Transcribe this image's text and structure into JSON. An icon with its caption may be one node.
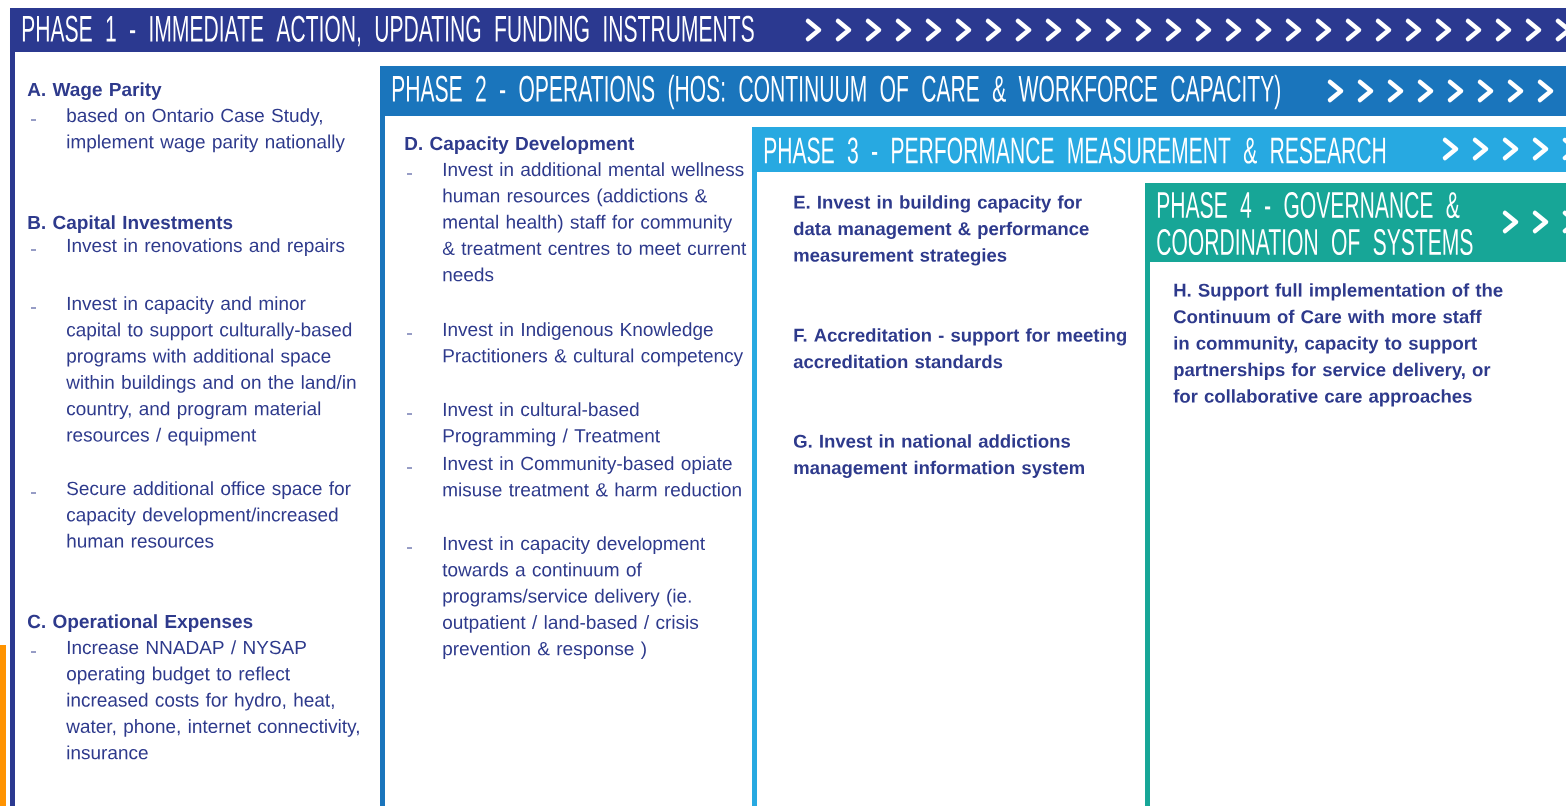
{
  "diagram": {
    "nodes": [
      {
        "text": [
          "PHASE 1 - IMMEDIATE ACTION, UPDATING FUNDING INSTRUMENTS",
          "A. Wage Parity",
          "based on Ontario Case Study, implement wage parity nationally",
          "B. Capital Investments",
          "Invest in renovations and repairs",
          "Invest in capacity and minor capital to support culturally-based programs with additional space within buildings and on the land/in country, and program material resources / equipment",
          "Secure additional office space for capacity development/increased human resources",
          "C. Operational Expenses",
          "Increase NNADAP / NYSAP operating budget to reflect increased costs for hydro, heat, water, phone, internet connectivity, insurance"
        ]
      },
      {
        "text": [
          "PHASE 2 - OPERATIONS (HOS: CONTINUUM OF CARE & WORKFORCE CAPACITY)",
          "D. Capacity Development",
          "Invest in additional mental wellness human resources (addictions & mental health) staff for community & treatment centres to meet current needs",
          "Invest in Indigenous Knowledge Practitioners & cultural competency",
          "Invest in cultural-based Programming / Treatment",
          "Invest in Community-based opiate misuse treatment & harm reduction",
          "Invest in capacity development towards a continuum of programs/service delivery (ie. outpatient / land-based / crisis prevention & response )"
        ],
        "in": 0
      },
      {
        "text": [
          "PHASE 3 - PERFORMANCE MEASUREMENT & RESEARCH",
          "E. Invest in building capacity for data management & performance measurement strategies",
          "F. Accreditation - support for meeting accreditation standards",
          "G. Invest in national addictions management information system"
        ],
        "in": 1
      },
      {
        "text": [
          "PHASE 4 - GOVERNANCE & COORDINATION OF SYSTEMS",
          "H. Support full implementation of the Continuum of Care with more staff in community, capacity to support partnerships for service delivery, or for collaborative care approaches"
        ],
        "in": 2
      }
    ]
  }
}
